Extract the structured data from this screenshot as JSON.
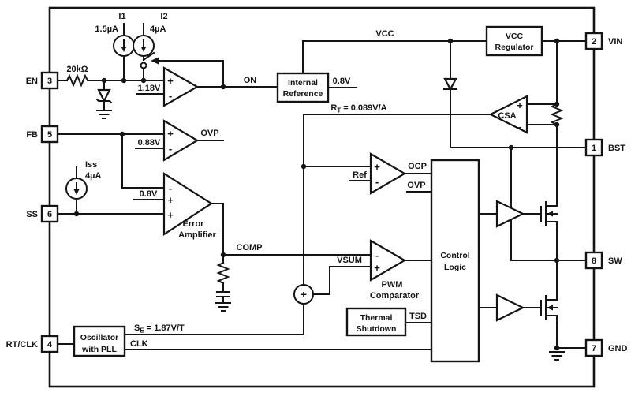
{
  "pins": {
    "en": {
      "num": "3",
      "label": "EN"
    },
    "fb": {
      "num": "5",
      "label": "FB"
    },
    "ss": {
      "num": "6",
      "label": "SS"
    },
    "rtclk": {
      "num": "4",
      "label": "RT/CLK"
    },
    "vin": {
      "num": "2",
      "label": "VIN"
    },
    "bst": {
      "num": "1",
      "label": "BST"
    },
    "sw": {
      "num": "8",
      "label": "SW"
    },
    "gnd": {
      "num": "7",
      "label": "GND"
    }
  },
  "current_sources": {
    "i1": {
      "name": "I1",
      "value": "1.5µA"
    },
    "i2": {
      "name": "I2",
      "value": "4µA"
    },
    "iss": {
      "name": "Iss",
      "value": "4µA"
    }
  },
  "blocks": {
    "internal_reference": {
      "line1": "Internal",
      "line2": "Reference"
    },
    "vcc_regulator": {
      "line1": "VCC",
      "line2": "Regulator"
    },
    "control_logic": {
      "line1": "Control",
      "line2": "Logic"
    },
    "thermal_shutdown": {
      "line1": "Thermal",
      "line2": "Shutdown"
    },
    "oscillator": {
      "line1": "Oscillator",
      "line2": "with PLL"
    }
  },
  "amplifiers": {
    "en_comparator": {
      "threshold": "1.18V"
    },
    "ovp_comparator": {
      "threshold": "0.88V",
      "output": "OVP"
    },
    "error_amplifier": {
      "reference": "0.8V",
      "name1": "Error",
      "name2": "Amplifier"
    },
    "csa": {
      "name": "CSA",
      "gain_sym": "R",
      "gain_sub": "T",
      "gain_eq": " = 0.089V/A"
    },
    "ocp_comparator": {
      "reference": "Ref",
      "output": "OCP"
    },
    "pwm_comparator": {
      "name1": "PWM",
      "name2": "Comparator"
    }
  },
  "nets": {
    "en_resistor": "20kΩ",
    "on": "ON",
    "vcc": "VCC",
    "ref_out": "0.8V",
    "ovp_to_logic": "OVP",
    "comp": "COMP",
    "vsum": "VSUM",
    "tsd": "TSD",
    "clk": "CLK",
    "slope_sym": "S",
    "slope_sub": "E",
    "slope_eq": " = 1.87V/T"
  },
  "glyphs": {
    "plus": "+",
    "minus": "-",
    "sum": "+"
  }
}
